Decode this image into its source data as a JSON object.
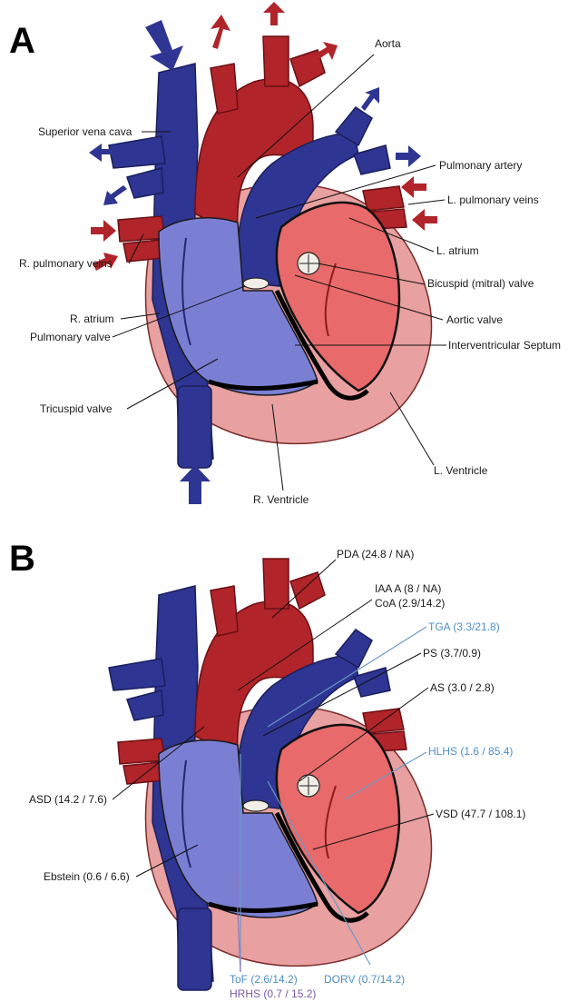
{
  "panel_a": {
    "letter": "A",
    "labels": {
      "aorta": "Aorta",
      "superior_vena_cava": "Superior vena cava",
      "pulmonary_artery": "Pulmonary artery",
      "l_pulmonary_veins": "L. pulmonary veins",
      "l_atrium": "L. atrium",
      "r_pulmonary_veins": "R. pulmonary veins",
      "bicuspid_valve": "Bicuspid (mitral) valve",
      "r_atrium": "R. atrium",
      "aortic_valve": "Aortic valve",
      "pulmonary_valve": "Pulmonary valve",
      "interventricular_septum": "Interventricular Septum",
      "tricuspid_valve": "Tricuspid valve",
      "l_ventricle": "L. Ventricle",
      "r_ventricle": "R. Ventricle"
    }
  },
  "panel_b": {
    "letter": "B",
    "labels": {
      "pda": "PDA (24.8 / NA)",
      "iaa": "IAA A (8 / NA)",
      "coa": "CoA (2.9/14.2)",
      "tga": "TGA (3.3/21.8)",
      "ps": "PS (3.7/0.9)",
      "as": "AS (3.0 / 2.8)",
      "hlhs": "HLHS (1.6 / 85.4)",
      "asd": "ASD (14.2 / 7.6)",
      "vsd": "VSD (47.7 / 108.1)",
      "ebstein": "Ebstein (0.6 / 6.6)",
      "tof": "ToF (2.6/14.2)",
      "hrhs": "HRHS (0.7 / 15.2)",
      "dorv": "DORV (0.7/14.2)"
    }
  },
  "colors": {
    "deoxygenated": "#2e3592",
    "oxygenated": "#b0242a",
    "right_heart": "#7b7fd4",
    "left_ventricle": "#e86a6a",
    "heart_wall": "#e8a0a0",
    "blue_label": "#4f8fc4",
    "purple_label": "#7a5aa8"
  }
}
